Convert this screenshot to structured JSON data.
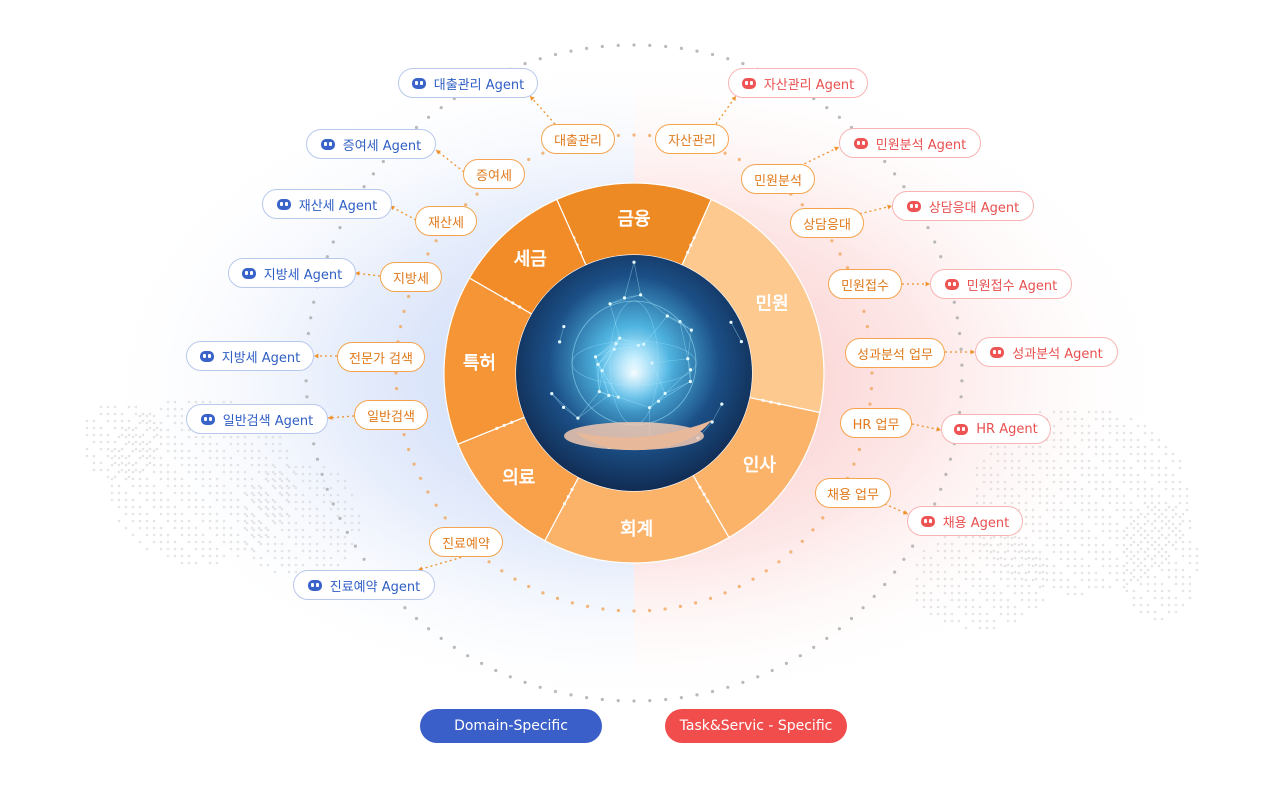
{
  "center": {
    "image_alt": "hand-holding-glowing-globe"
  },
  "segments": [
    {
      "id": "finance",
      "label": "금융",
      "color": "#ee8a24"
    },
    {
      "id": "civil",
      "label": "민원",
      "color": "#fdc98e"
    },
    {
      "id": "hr",
      "label": "인사",
      "color": "#fbb36a"
    },
    {
      "id": "accounting",
      "label": "회계",
      "color": "#fbb36a"
    },
    {
      "id": "medical",
      "label": "의료",
      "color": "#f8a04a"
    },
    {
      "id": "patent",
      "label": "특허",
      "color": "#f59536"
    },
    {
      "id": "tax",
      "label": "세금",
      "color": "#f28c28"
    }
  ],
  "left_items": [
    {
      "task": "대출관리",
      "agent": "대출관리 Agent"
    },
    {
      "task": "증여세",
      "agent": "증여세 Agent"
    },
    {
      "task": "재산세",
      "agent": "재산세 Agent"
    },
    {
      "task": "지방세",
      "agent": "지방세 Agent"
    },
    {
      "task": "전문가 검색",
      "agent": "지방세 Agent"
    },
    {
      "task": "일반검색",
      "agent": "일반검색 Agent"
    },
    {
      "task": "진료예약",
      "agent": "진료예약 Agent"
    }
  ],
  "right_items": [
    {
      "task": "자산관리",
      "agent": "자산관리 Agent"
    },
    {
      "task": "민원분석",
      "agent": "민원분석 Agent"
    },
    {
      "task": "상담응대",
      "agent": "상담응대 Agent"
    },
    {
      "task": "민원접수",
      "agent": "민원접수 Agent"
    },
    {
      "task": "성과분석 업무",
      "agent": "성과분석 Agent"
    },
    {
      "task": "HR 업무",
      "agent": "HR Agent"
    },
    {
      "task": "채용 업무",
      "agent": "채용 Agent"
    }
  ],
  "legend": {
    "domain": "Domain-Specific",
    "task": "Task&Servic - Specific"
  },
  "colors": {
    "orange": "#f28c28",
    "blue": "#3a5fc8",
    "red": "#f24d4d",
    "blue_tint": "#dbe6fb",
    "red_tint": "#fde0e0"
  },
  "icons": {
    "agent_icon": "robot-face-icon"
  }
}
